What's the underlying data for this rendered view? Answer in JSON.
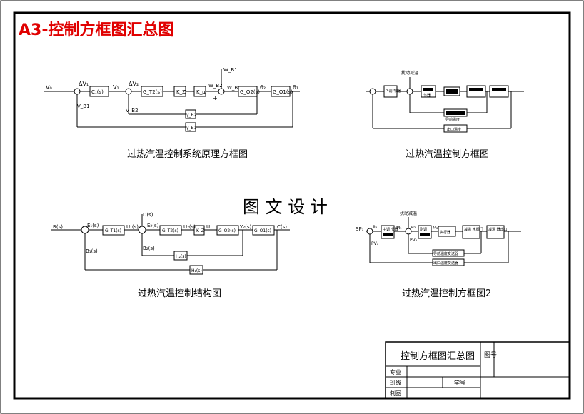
{
  "sheet_title": "A3-控制方框图汇总图",
  "watermark": "图 文 设 计",
  "diagrams": {
    "principle": {
      "caption": "过热汽温控制系统原理方框图",
      "labels": {
        "v0": "V₀",
        "dv1": "ΔV₁",
        "vb1": "V_B1",
        "gc1": "C₁(s)",
        "v1": "V₁",
        "dv2": "ΔV₂",
        "vb2": "V_B2",
        "gt2": "G_T2(s)",
        "kz": "K_Z",
        "ku": "K_μ",
        "wm": "W_B1",
        "wb2": "W_B2",
        "wb": "W_B",
        "go2": "G_O2(s)",
        "th2": "θ₂",
        "go1": "G_O1(s)",
        "th1": "θ₁",
        "fb2": "γ_B2",
        "fb1": "γ_B1",
        "plus": "+"
      }
    },
    "control1": {
      "caption": "过热汽温控制方框图",
      "labels": {
        "top": "扰动减温",
        "b1": "PI调\n节器",
        "b2": "节器",
        "f1": "导前温度",
        "f2": "出口温度"
      }
    },
    "structure": {
      "caption": "过热汽温控制结构图",
      "labels": {
        "r": "R(s)",
        "e1": "E₁(s)",
        "g1": "G_T1(s)",
        "u1": "U₁(s)",
        "d": "D(s)",
        "e2": "E₂(s)",
        "g2": "G_T2(s)",
        "u2": "U₂(s)",
        "kz": "K_Z",
        "u3": "U",
        "go2": "G_O2(s)",
        "y2": "Y₂(s)",
        "go1": "G_O1(s)",
        "c": "C(s)",
        "b2": "B₂(s)",
        "h2": "H₂(s)",
        "b1": "B₁(s)",
        "h1": "H₁(s)"
      }
    },
    "control2": {
      "caption": "过热汽温控制方框图2",
      "labels": {
        "sp": "SP₁",
        "e1": "e₁",
        "pv1": "PV₁",
        "b1": "主调\n节器",
        "top": "扰动减温",
        "m1": "M₁",
        "e2": "e₂",
        "pv2": "PV₂",
        "b2": "副调",
        "m2": "M₂",
        "b3": "执行器",
        "b4": "减温\n水阀门",
        "b5": "减温\n器出口",
        "f1": "导前温度变送器",
        "f2": "出口温度变送器"
      }
    }
  },
  "title_block": {
    "title": "控制方框图汇总图",
    "drawing_no_label": "图号",
    "rows": [
      {
        "label": "专业",
        "value": ""
      },
      {
        "label": "班级",
        "value": "学号"
      },
      {
        "label": "制图",
        "value": ""
      }
    ]
  }
}
